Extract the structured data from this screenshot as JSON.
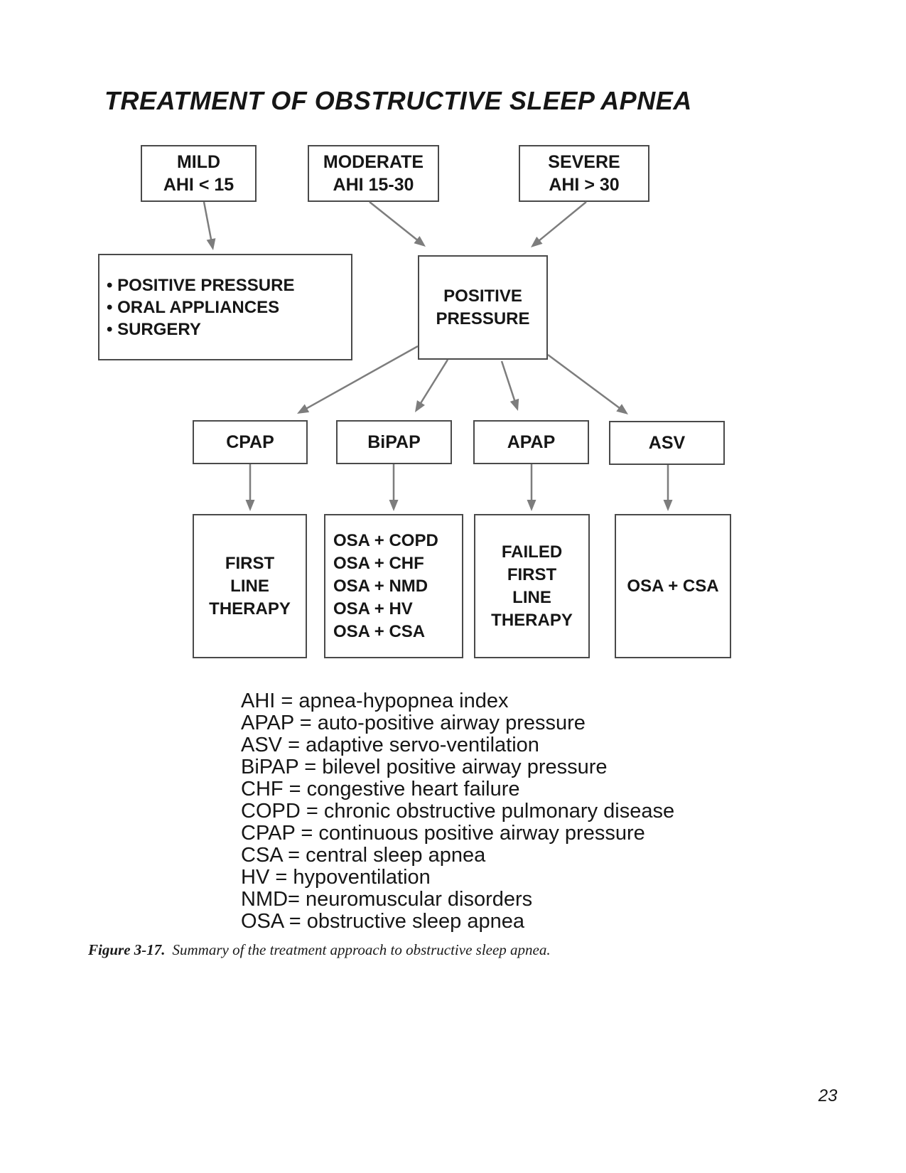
{
  "title": "TREATMENT OF OBSTRUCTIVE SLEEP APNEA",
  "flowchart": {
    "severity_boxes": [
      {
        "name": "mild",
        "line1": "MILD",
        "line2": "AHI < 15"
      },
      {
        "name": "moderate",
        "line1": "MODERATE",
        "line2": "AHI 15-30"
      },
      {
        "name": "severe",
        "line1": "SEVERE",
        "line2": "AHI > 30"
      }
    ],
    "mild_treatment_box": {
      "lines": [
        "• POSITIVE PRESSURE",
        "• ORAL APPLIANCES",
        "• SURGERY"
      ]
    },
    "positive_pressure_box": {
      "line1": "POSITIVE",
      "line2": "PRESSURE"
    },
    "modality_boxes": [
      {
        "label": "CPAP"
      },
      {
        "label": "BiPAP"
      },
      {
        "label": "APAP"
      },
      {
        "label": "ASV"
      }
    ],
    "indication_boxes": {
      "cpap": {
        "lines": [
          "FIRST",
          "LINE",
          "THERAPY"
        ]
      },
      "bipap": {
        "lines": [
          "OSA + COPD",
          "OSA + CHF",
          "OSA + NMD",
          "OSA + HV",
          "OSA + CSA"
        ]
      },
      "apap": {
        "lines": [
          "FAILED",
          "FIRST",
          "LINE",
          "THERAPY"
        ]
      },
      "asv": {
        "lines": [
          "OSA + CSA"
        ]
      }
    }
  },
  "legend": {
    "lines": [
      "AHI = apnea-hypopnea index",
      "APAP = auto-positive airway pressure",
      "ASV = adaptive servo-ventilation",
      "BiPAP = bilevel positive airway pressure",
      "CHF = congestive heart failure",
      "COPD = chronic obstructive pulmonary disease",
      "CPAP = continuous positive airway pressure",
      "CSA = central sleep apnea",
      "HV = hypoventilation",
      "NMD= neuromuscular disorders",
      "OSA = obstructive sleep apnea"
    ]
  },
  "caption": {
    "label": "Figure 3-17.",
    "text": "Summary of the treatment approach to obstructive sleep apnea."
  },
  "page_number": "23",
  "colors": {
    "box_border": "#4a4a4a",
    "arrow": "#7d7d7d",
    "text": "#161616",
    "background": "#ffffff"
  }
}
